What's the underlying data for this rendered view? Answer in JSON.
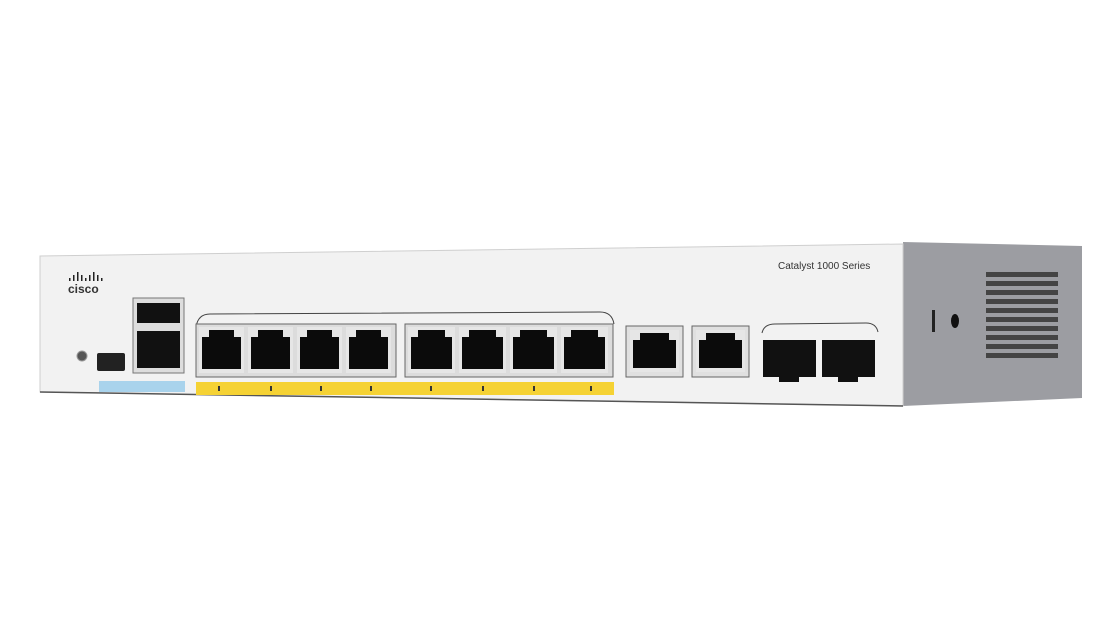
{
  "device": {
    "brand_logo": "cisco",
    "series_label": "Catalyst 1000 Series",
    "colors": {
      "panel": "#f2f2f2",
      "side": "#9a9ba0",
      "port": "#0b0b0b",
      "poe_strip": "#f5d234",
      "console_strip": "#a9d3ec"
    },
    "port_groups": [
      {
        "name": "poe-ports-group-1",
        "count": 4
      },
      {
        "name": "poe-ports-group-2",
        "count": 4
      },
      {
        "name": "uplink-rj45",
        "count": 2
      },
      {
        "name": "uplink-sfp",
        "count": 2
      }
    ]
  }
}
